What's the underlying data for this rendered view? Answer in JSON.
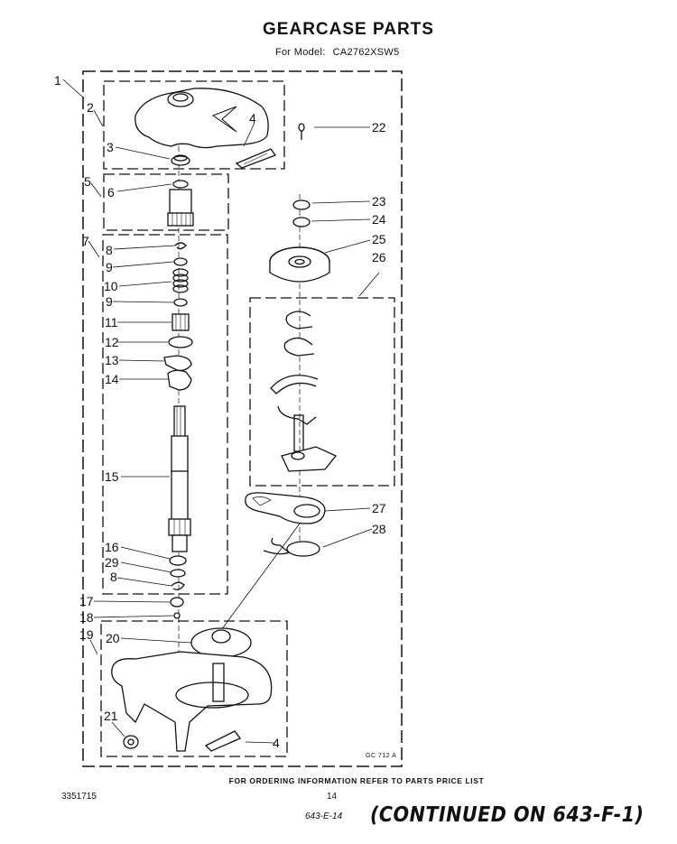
{
  "header": {
    "title": "GEARCASE PARTS",
    "model_label": "For Model:",
    "model_number": "CA2762XSW5"
  },
  "diagram": {
    "reference_code": "GC 712 A",
    "callouts": [
      {
        "id": "1",
        "label": "1"
      },
      {
        "id": "2",
        "label": "2"
      },
      {
        "id": "3",
        "label": "3"
      },
      {
        "id": "4a",
        "label": "4"
      },
      {
        "id": "5",
        "label": "5"
      },
      {
        "id": "6",
        "label": "6"
      },
      {
        "id": "7",
        "label": "7"
      },
      {
        "id": "8a",
        "label": "8"
      },
      {
        "id": "9a",
        "label": "9"
      },
      {
        "id": "10",
        "label": "10"
      },
      {
        "id": "9b",
        "label": "9"
      },
      {
        "id": "11",
        "label": "11"
      },
      {
        "id": "12",
        "label": "12"
      },
      {
        "id": "13",
        "label": "13"
      },
      {
        "id": "14",
        "label": "14"
      },
      {
        "id": "15",
        "label": "15"
      },
      {
        "id": "16",
        "label": "16"
      },
      {
        "id": "29",
        "label": "29"
      },
      {
        "id": "8b",
        "label": "8"
      },
      {
        "id": "17",
        "label": "17"
      },
      {
        "id": "18",
        "label": "18"
      },
      {
        "id": "19",
        "label": "19"
      },
      {
        "id": "20",
        "label": "20"
      },
      {
        "id": "21",
        "label": "21"
      },
      {
        "id": "4b",
        "label": "4"
      },
      {
        "id": "22",
        "label": "22"
      },
      {
        "id": "23",
        "label": "23"
      },
      {
        "id": "24",
        "label": "24"
      },
      {
        "id": "25",
        "label": "25"
      },
      {
        "id": "26",
        "label": "26"
      },
      {
        "id": "27",
        "label": "27"
      },
      {
        "id": "28",
        "label": "28"
      }
    ]
  },
  "footer": {
    "ordering_note": "FOR ORDERING INFORMATION REFER TO PARTS PRICE LIST",
    "document_number": "3351715",
    "page_number": "14",
    "handwritten_ref": "643-E-14",
    "continued_note": "(CONTINUED ON 643-F-1)"
  }
}
